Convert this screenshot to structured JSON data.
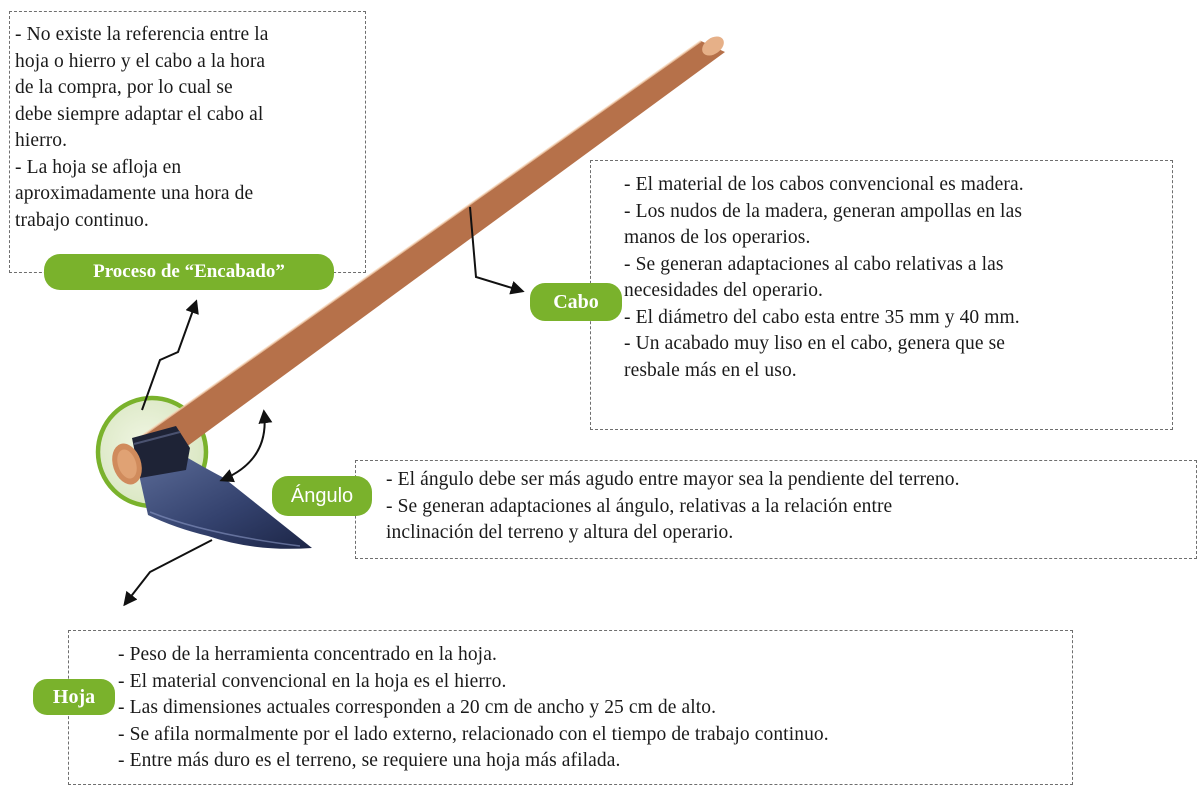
{
  "callouts": {
    "encabado": {
      "label": "Proceso de “Encabado”",
      "lines": [
        "- No existe la referencia entre la",
        "hoja o hierro y el cabo a la hora",
        "de la compra, por lo cual se",
        "debe siempre adaptar el cabo al",
        "hierro.",
        "- La hoja se afloja en",
        "aproximadamente  una hora de",
        "trabajo continuo."
      ]
    },
    "cabo": {
      "label": "Cabo",
      "lines": [
        "- El material de los cabos convencional es madera.",
        "- Los nudos de la madera, generan ampollas en las",
        "manos de los operarios.",
        "- Se generan adaptaciones al cabo relativas a las",
        "necesidades del operario.",
        "- El diámetro del cabo esta entre 35 mm y 40 mm.",
        "- Un acabado muy liso en el cabo, genera que se",
        "resbale más en el uso."
      ]
    },
    "angulo": {
      "label": "Ángulo",
      "lines": [
        "-  El ángulo debe ser más agudo entre mayor sea la pendiente del terreno.",
        "- Se generan adaptaciones al ángulo, relativas a la relación entre",
        "inclinación del terreno y altura del operario."
      ]
    },
    "hoja": {
      "label": "Hoja",
      "lines": [
        "- Peso de la herramienta concentrado en la hoja.",
        "- El material convencional en la hoja es el hierro.",
        "- Las dimensiones actuales corresponden a 20 cm de ancho y 25 cm de alto.",
        "- Se afila normalmente por el lado externo, relacionado con el tiempo de trabajo continuo.",
        "- Entre más duro es el terreno, se requiere una hoja más afilada."
      ]
    }
  },
  "colors": {
    "accent_green": "#7ab22c",
    "dash_border": "#6e6e6e",
    "handle_wood": "#d99a6e",
    "blade_steel": "#3d4b78"
  }
}
